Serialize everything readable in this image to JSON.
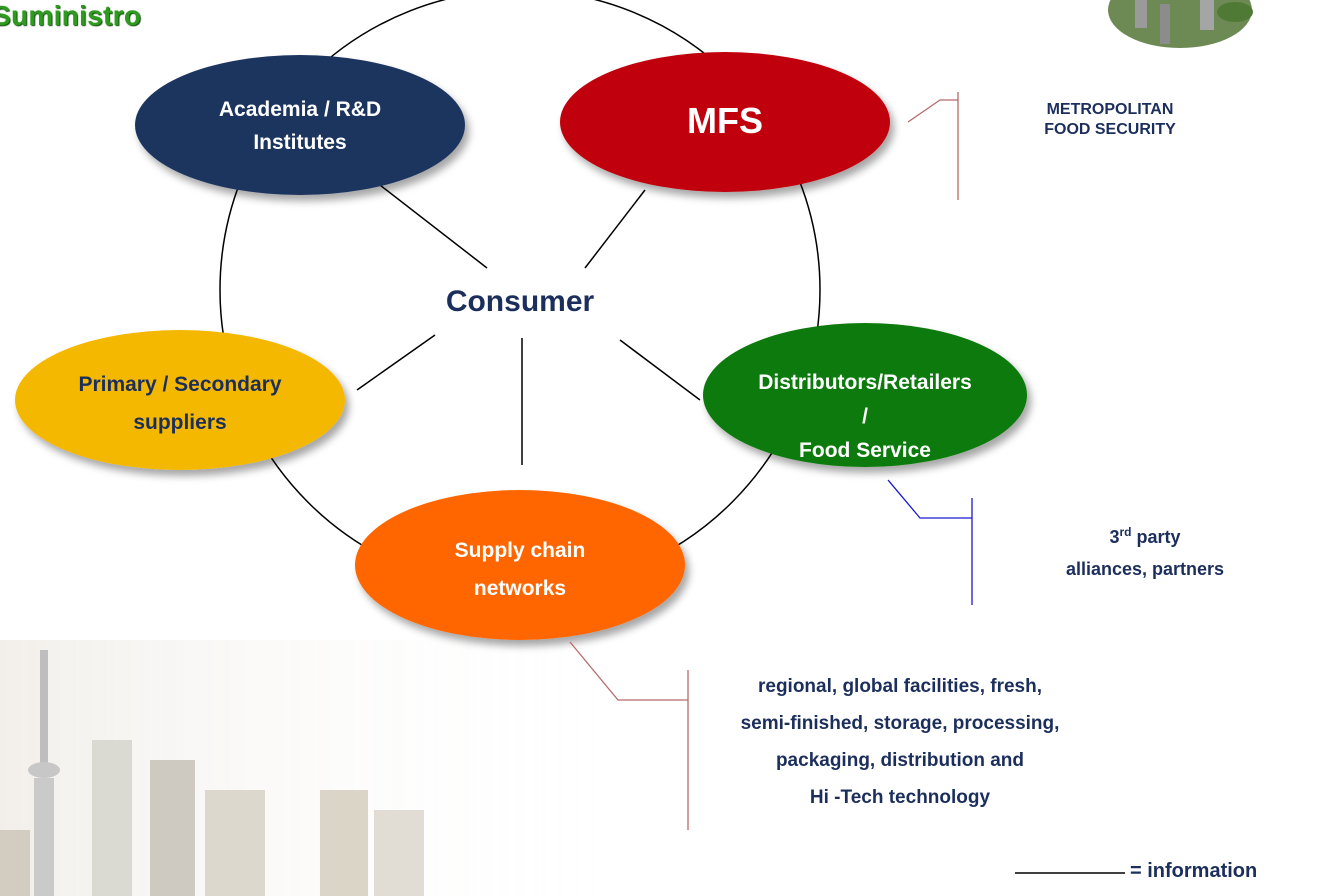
{
  "title": "Suministro",
  "center": "Consumer",
  "nodes": {
    "academia": {
      "line1": "Academia / R&D",
      "line2": "Institutes",
      "color": "#1c365f"
    },
    "mfs": {
      "label": "MFS",
      "color": "#c0000a"
    },
    "primary": {
      "line1": "Primary / Secondary",
      "line2": "suppliers",
      "color": "#f5b800"
    },
    "distributors": {
      "line1": "Distributors/Retailers",
      "line2": "/",
      "line3": "Food Service",
      "color": "#0a7a0a"
    },
    "supply": {
      "line1": "Supply chain",
      "line2": "networks",
      "color": "#ff6600"
    }
  },
  "annotations": {
    "metro": {
      "line1": "METROPOLITAN",
      "line2": "FOOD SECURITY"
    },
    "party": {
      "num": "3",
      "sup": "rd",
      "rest": " party",
      "line2": "alliances, partners"
    },
    "facilities": [
      "regional, global facilities,  fresh,",
      "semi-finished, storage, processing,",
      "packaging, distribution and",
      "Hi -Tech technology"
    ]
  },
  "legend": {
    "label": "= information"
  },
  "colors": {
    "brand_green": "#2e9a1e",
    "navy_text": "#1c2f5c",
    "bracket_red": "#b86a6a",
    "bracket_blue": "#1a1ad0"
  }
}
